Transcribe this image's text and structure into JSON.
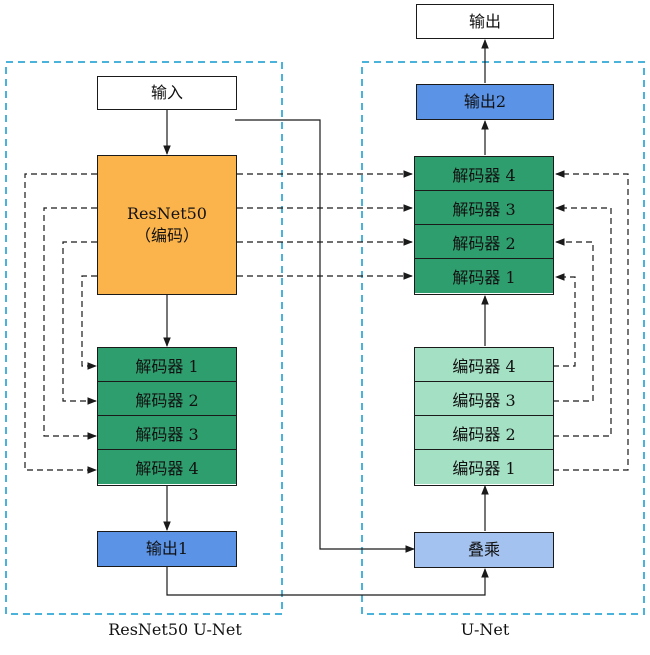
{
  "left_panel": {
    "caption": "ResNet50 U-Net",
    "input": "输入",
    "encoder_line1": "ResNet50",
    "encoder_line2": "（编码）",
    "decoders": [
      "解码器 1",
      "解码器 2",
      "解码器 3",
      "解码器 4"
    ],
    "output": "输出1"
  },
  "right_panel": {
    "caption": "U-Net",
    "final_output": "输出",
    "output": "输出2",
    "decoders": [
      "解码器 4",
      "解码器 3",
      "解码器 2",
      "解码器 1"
    ],
    "encoders": [
      "编码器 4",
      "编码器 3",
      "编码器 2",
      "编码器 1"
    ],
    "multiply": "叠乘"
  },
  "colors": {
    "panel_border": "#4ab3dc",
    "encoder_fill": "#fbb44b",
    "decoder_fill": "#2f9e6e",
    "unet_encoder_fill": "#a4e0c4",
    "output_fill": "#5b93e6",
    "multiply_fill": "#a4c2ef"
  }
}
